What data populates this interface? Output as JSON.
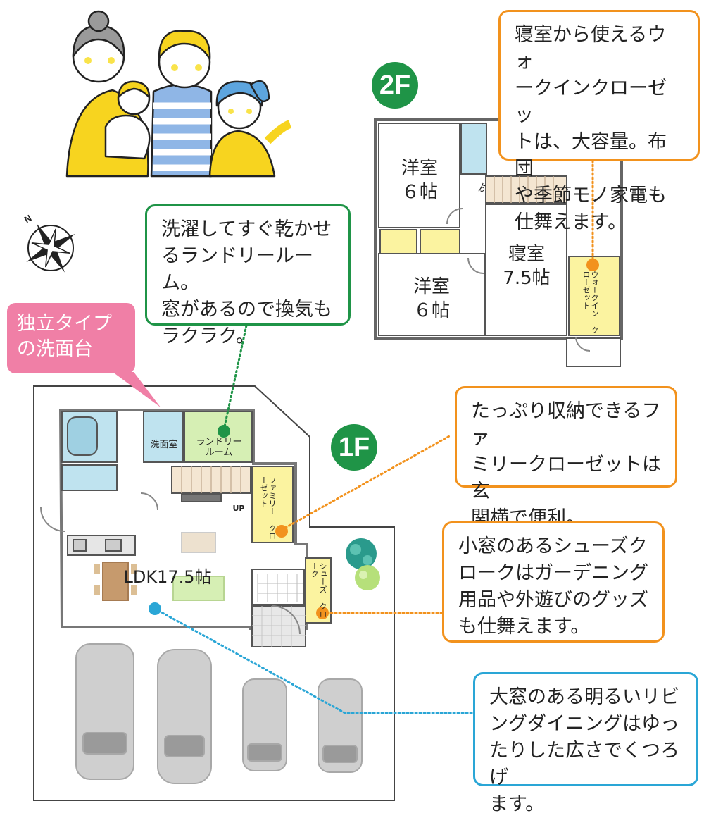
{
  "floors": {
    "second": "2F",
    "first": "1F"
  },
  "callouts": {
    "walk_in_closet": "寝室から使えるウォ\nークインクローゼッ\nトは、大容量。布団\nや季節モノ家電も\n仕舞えます。",
    "laundry": "洗濯してすぐ乾かせ\nるランドリールーム。\n窓があるので換気も\nラクラク。",
    "vanity": "独立タイプ\nの洗面台",
    "family_closet": "たっぷり収納できるファ\nミリークローゼットは玄\n関横で便利。",
    "shoe_closet": "小窓のあるシューズク\nロークはガーデニング\n用品や外遊びのグッズ\nも仕舞えます。",
    "living": "大窓のある明るいリビ\nングダイニングはゆっ\nたりした広さでくつろげ\nます。"
  },
  "rooms_2f": {
    "western_room_1": "洋室\n６帖",
    "western_room_2": "洋室\n６帖",
    "bedroom": "寝室\n7.5帖",
    "walk_in_closet": "ウォークイン\nクローゼット",
    "stair_mark": "ゟ"
  },
  "rooms_1f": {
    "washroom": "洗面室",
    "laundry_room": "ランドリー\nルーム",
    "family_closet": "ファミリー\nクローゼット",
    "shoe_closet": "シューズ\nクローク",
    "ldk": "LDK17.5帖",
    "up": "UP"
  },
  "colors": {
    "orange": "#f2921d",
    "green": "#1f9447",
    "blue": "#2aa6d6",
    "pink": "#f07fa6",
    "storage_yellow": "#fbf3a0",
    "water_blue": "#bfe3ef",
    "laundry_green": "#d6efb4"
  }
}
